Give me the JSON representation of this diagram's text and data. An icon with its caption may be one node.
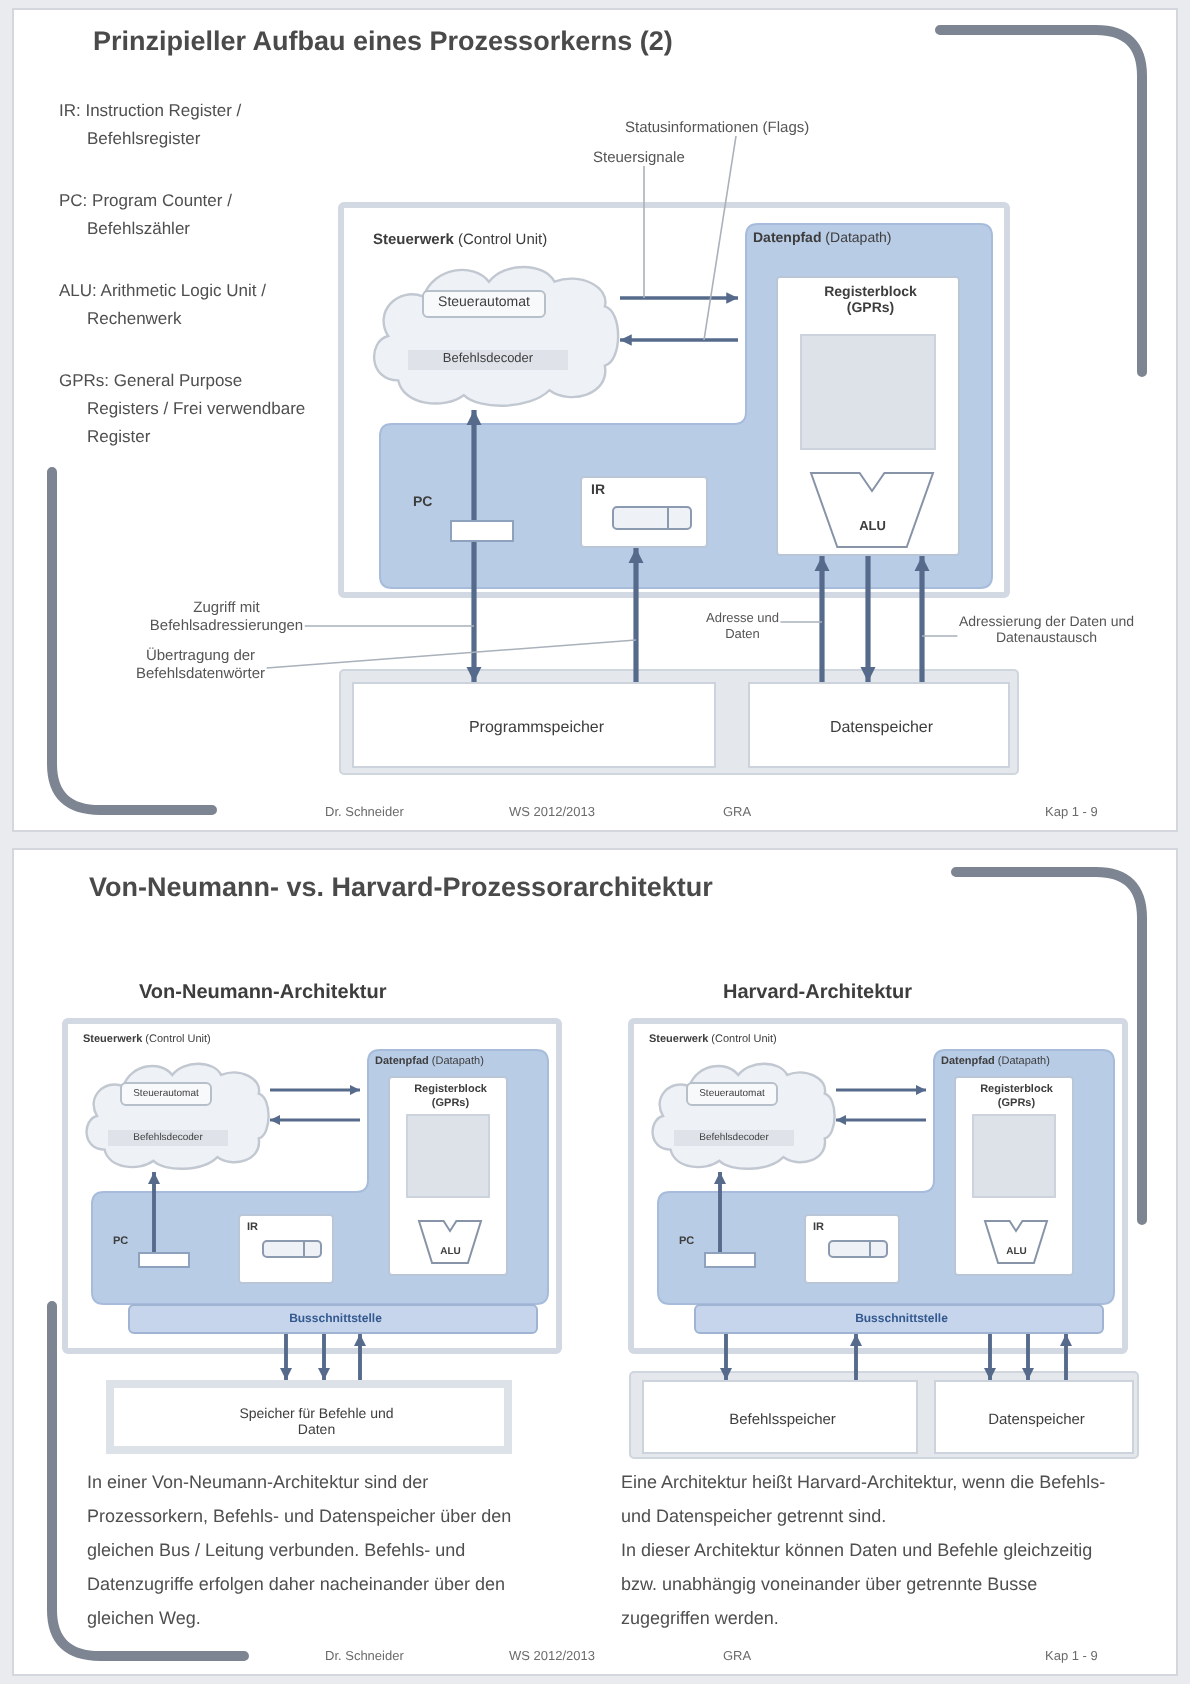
{
  "diagram": {
    "nodes": [
      {
        "text": [
          "Prinzipieller Aufbau eines Prozessorkerns (2)"
        ]
      },
      {
        "text": [
          "Statusinformationen (Flags)"
        ],
        "in": 0
      },
      {
        "text": [
          "Steuersignale"
        ],
        "in": 0
      },
      {
        "text": [
          "**Steuerwerk** (Control Unit)"
        ],
        "in": 0
      },
      {
        "text": [
          "Steuerautomat",
          "Befehlsdecoder"
        ],
        "in": 3
      },
      {
        "text": [
          "**Datenpfad** (Datapath)"
        ],
        "in": 3
      },
      {
        "text": [
          "Registerblock (GPRs)"
        ],
        "in": 5
      },
      {
        "text": [
          "ALU"
        ],
        "in": 6
      },
      {
        "text": [],
        "shape": "box",
        "beside": [
          "PC"
        ],
        "in": 5
      },
      {
        "text": [
          "IR"
        ],
        "in": 5
      },
      {
        "text": [
          "Zugriff mit Befehlsadressierungen"
        ],
        "in": 0
      },
      {
        "text": [
          "Adresse und Daten"
        ],
        "in": 0
      },
      {
        "text": [
          "Adressierung der Daten und Datenaustausch"
        ],
        "in": 0
      },
      {
        "text": [
          "Übertragung der Befehlsdatenwörter"
        ],
        "in": 0
      },
      {
        "text": [
          "Programmspeicher"
        ],
        "in": 0
      },
      {
        "text": [
          "Datenspeicher"
        ],
        "in": 0
      },
      {
        "text": [
          "Von-Neumann- vs. Harvard-Prozessorarchitektur"
        ]
      },
      {
        "text": [
          "Von-Neumann-Architektur",
          "**Steuerwerk** (Control Unit)"
        ],
        "in": 16
      },
      {
        "text": [
          "Steuerautomat",
          "Befehlsdecoder"
        ],
        "in": 17
      },
      {
        "text": [
          "**Datenpfad** (Datapath)"
        ],
        "in": 17
      },
      {
        "text": [
          "Registerblock (GPRs)"
        ],
        "in": 19
      },
      {
        "text": [
          "ALU"
        ],
        "in": 20
      },
      {
        "text": [],
        "shape": "box",
        "beside": [
          "PC"
        ],
        "in": 19
      },
      {
        "text": [
          "IR"
        ],
        "in": 19
      },
      {
        "text": [
          "Busschnittstelle"
        ],
        "in": 17
      },
      {
        "text": [
          "Speicher für Befehle und Daten"
        ],
        "in": 16
      },
      {
        "text": [
          "Harvard-Architektur",
          "**Steuerwerk** (Control Unit)"
        ],
        "in": 16
      },
      {
        "text": [
          "Steuerautomat",
          "Befehlsdecoder"
        ],
        "in": 26
      },
      {
        "text": [
          "**Datenpfad** (Datapath)"
        ],
        "in": 26
      },
      {
        "text": [
          "Registerblock (GPRs)"
        ],
        "in": 28
      },
      {
        "text": [
          "ALU"
        ],
        "in": 29
      },
      {
        "text": [],
        "shape": "box",
        "beside": [
          "PC"
        ],
        "in": 28
      },
      {
        "text": [
          "IR"
        ],
        "in": 28
      },
      {
        "text": [
          "Busschnittstelle"
        ],
        "in": 26
      },
      {
        "text": [
          "Befehlsspeicher"
        ],
        "in": 16
      },
      {
        "text": [
          "Datenspeicher"
        ],
        "in": 16
      }
    ],
    "edges": [
      {
        "from": 8,
        "to": 4,
        "arrow": "to"
      },
      {
        "from": 4,
        "to": 5,
        "arrow": "to"
      },
      {
        "from": 5,
        "to": 4,
        "arrow": "to"
      },
      {
        "from": 8,
        "to": 14,
        "arrow": "to"
      },
      {
        "from": 14,
        "to": 9,
        "arrow": "to"
      },
      {
        "from": 15,
        "to": 6,
        "arrow": "to"
      },
      {
        "from": 6,
        "to": 15,
        "arrow": "to"
      },
      {
        "from": 15,
        "to": 6,
        "arrow": "to"
      },
      {
        "from": 1,
        "to": null,
        "arrow": "none",
        "color": "#a9b1bb"
      },
      {
        "from": 2,
        "to": null,
        "arrow": "none",
        "color": "#a9b1bb"
      },
      {
        "from": 10,
        "to": null,
        "arrow": "none",
        "color": "#a9b1bb"
      },
      {
        "from": 11,
        "to": null,
        "arrow": "none",
        "color": "#a9b1bb"
      },
      {
        "from": 12,
        "to": null,
        "arrow": "none",
        "color": "#a9b1bb"
      },
      {
        "from": 13,
        "to": null,
        "arrow": "none",
        "color": "#a9b1bb"
      },
      {
        "from": 22,
        "to": 18,
        "arrow": "to"
      },
      {
        "from": 18,
        "to": 19,
        "arrow": "to"
      },
      {
        "from": 19,
        "to": 18,
        "arrow": "to"
      },
      {
        "from": 24,
        "to": 25,
        "arrow": "to"
      },
      {
        "from": 24,
        "to": 25,
        "arrow": "to"
      },
      {
        "from": 25,
        "to": 24,
        "arrow": "to"
      },
      {
        "from": 31,
        "to": 27,
        "arrow": "to"
      },
      {
        "from": 27,
        "to": 28,
        "arrow": "to"
      },
      {
        "from": 28,
        "to": 27,
        "arrow": "to"
      },
      {
        "from": 33,
        "to": 34,
        "arrow": "to"
      },
      {
        "from": 34,
        "to": 33,
        "arrow": "to"
      },
      {
        "from": 33,
        "to": 35,
        "arrow": "to"
      },
      {
        "from": 33,
        "to": 35,
        "arrow": "to"
      },
      {
        "from": 35,
        "to": 33,
        "arrow": "to"
      }
    ],
    "labels": [
      "IR: Instruction Register / Befehlsregister",
      "PC: Program Counter / Befehlszähler",
      "ALU: Arithmetic Logic Unit / Rechenwerk",
      "GPRs: General Purpose Registers / Frei verwendbare Register",
      "Dr. Schneider",
      "WS 2012/2013",
      "GRA",
      "Kap 1 - 9",
      "In einer Von-Neumann-Architektur sind der Prozessorkern, Befehls- und Datenspeicher über den gleichen Bus / Leitung verbunden. Befehls- und Datenzugriffe erfolgen daher nacheinander über den gleichen Weg.",
      "Eine Architektur heißt Harvard-Architektur, wenn die Befehls- und Datenspeicher getrennt sind.",
      "In dieser Architektur können Daten und Befehle gleichzeitig bzw. unabhängig voneinander über getrennte Busse zugegriffen werden.",
      "Dr. Schneider",
      "WS 2012/2013",
      "GRA",
      "Kap 1 - 9"
    ]
  }
}
